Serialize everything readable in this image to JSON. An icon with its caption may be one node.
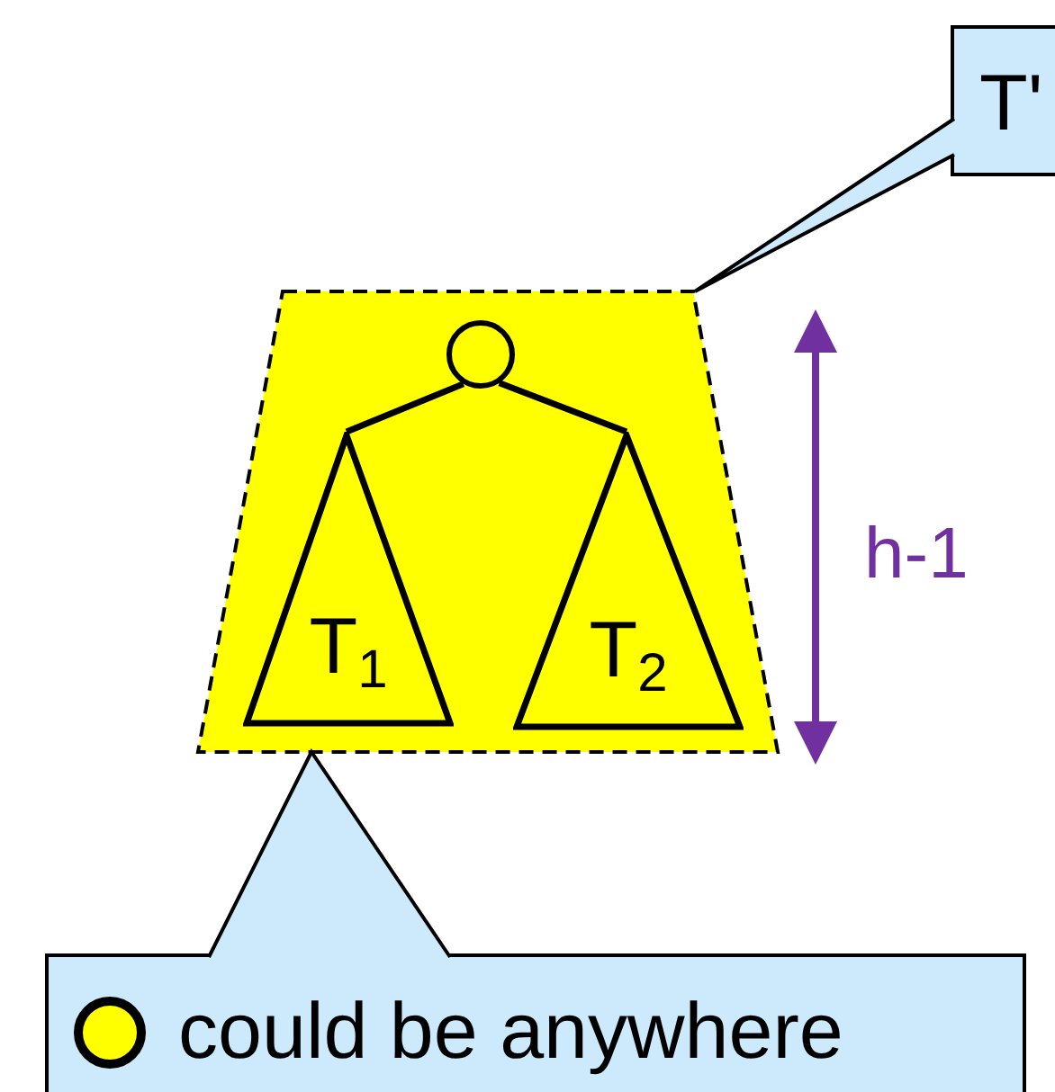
{
  "diagram": {
    "nodes": [
      {
        "text": [
          "T'"
        ]
      },
      {
        "text": [],
        "shape": "trapezoid"
      },
      {
        "text": [],
        "shape": "circle",
        "in": 1
      },
      {
        "text": [
          "T$_{1}$"
        ],
        "in": 1
      },
      {
        "text": [
          "T$_{2}$"
        ],
        "in": 1
      },
      {
        "text": [
          "could be anywhere"
        ]
      }
    ],
    "edges": [
      {
        "from": 2,
        "to": 3,
        "arrow": "none"
      },
      {
        "from": 2,
        "to": 4,
        "arrow": "none"
      },
      {
        "from": 0,
        "to": 1,
        "arrow": "none"
      },
      {
        "from": 5,
        "to": 1,
        "arrow": "none"
      }
    ],
    "labels": [
      "h-1"
    ]
  }
}
